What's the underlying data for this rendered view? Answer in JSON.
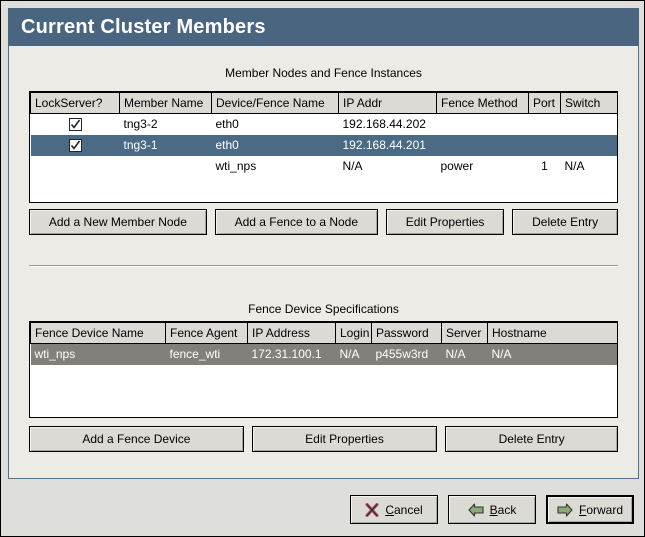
{
  "window": {
    "title": "Current Cluster Members",
    "title_bar_color": "#4a6580",
    "panel_bg": "#edebe6",
    "selection_focused_color": "#4a6a85",
    "selection_unfocused_color": "#82807a"
  },
  "members_section": {
    "heading": "Member Nodes and Fence Instances",
    "columns": [
      "LockServer?",
      "Member Name",
      "Device/Fence Name",
      "IP Addr",
      "Fence Method",
      "Port",
      "Switch"
    ],
    "rows": [
      {
        "lockserver_checked": true,
        "member_name": "tng3-2",
        "device_fence_name": "eth0",
        "ip_addr": "192.168.44.202",
        "fence_method": "",
        "port": "",
        "switch": "",
        "selected": false
      },
      {
        "lockserver_checked": true,
        "member_name": "tng3-1",
        "device_fence_name": "eth0",
        "ip_addr": "192.168.44.201",
        "fence_method": "",
        "port": "",
        "switch": "",
        "selected": true
      },
      {
        "lockserver_checked": false,
        "member_name": "",
        "device_fence_name": "wti_nps",
        "ip_addr": "N/A",
        "fence_method": "power",
        "port": "1",
        "switch": "N/A",
        "selected": false
      }
    ],
    "buttons": [
      "Add a New Member Node",
      "Add a Fence to a Node",
      "Edit Properties",
      "Delete Entry"
    ]
  },
  "fence_devices_section": {
    "heading": "Fence Device Specifications",
    "columns": [
      "Fence Device Name",
      "Fence Agent",
      "IP Address",
      "Login",
      "Password",
      "Server",
      "Hostname"
    ],
    "rows": [
      {
        "fence_device_name": "wti_nps",
        "fence_agent": "fence_wti",
        "ip_address": "172.31.100.1",
        "login": "N/A",
        "password": "p455w3rd",
        "server": "N/A",
        "hostname": "N/A",
        "selected": true
      }
    ],
    "buttons": [
      "Add a Fence Device",
      "Edit Properties",
      "Delete Entry"
    ]
  },
  "footer": {
    "cancel": {
      "label_before": "",
      "mnemonic": "C",
      "label_after": "ancel",
      "icon": "cancel-x-icon"
    },
    "back": {
      "label_before": "",
      "mnemonic": "B",
      "label_after": "ack",
      "icon": "arrow-left-icon"
    },
    "forward": {
      "label_before": "",
      "mnemonic": "F",
      "label_after": "orward",
      "icon": "arrow-right-icon"
    }
  }
}
